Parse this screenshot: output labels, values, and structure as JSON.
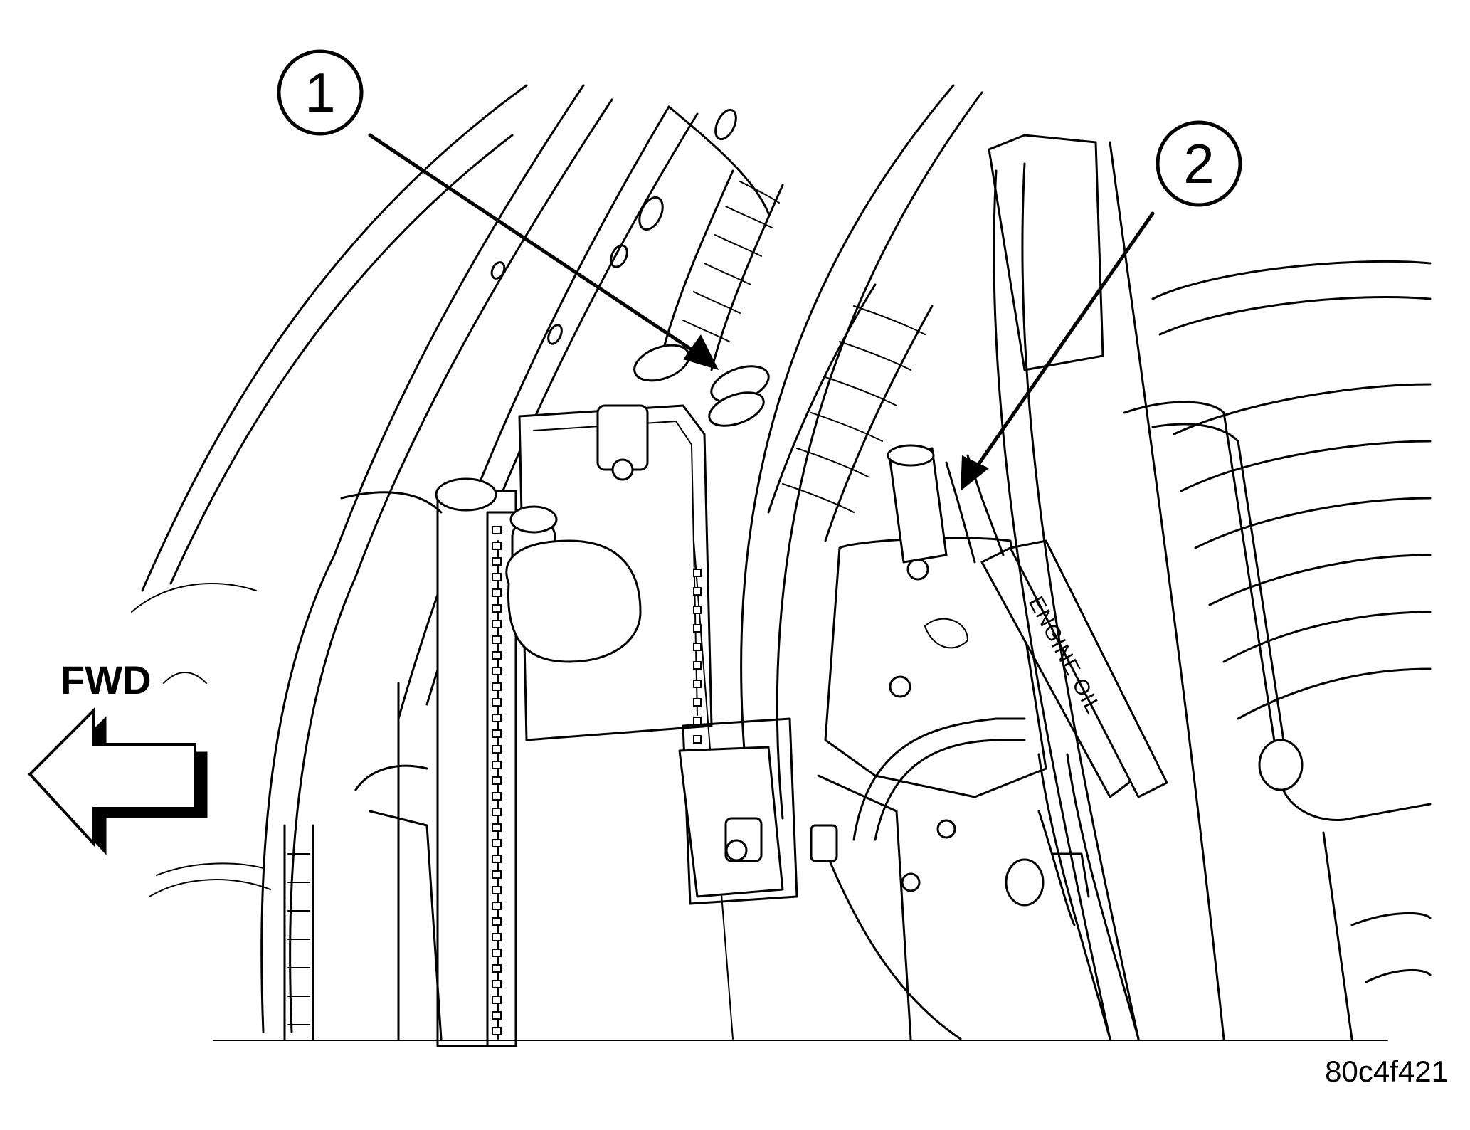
{
  "callouts": [
    {
      "number": "1"
    },
    {
      "number": "2"
    }
  ],
  "direction_label": "FWD",
  "part_label": "ENGINE OIL",
  "figure_id": "80c4f421"
}
